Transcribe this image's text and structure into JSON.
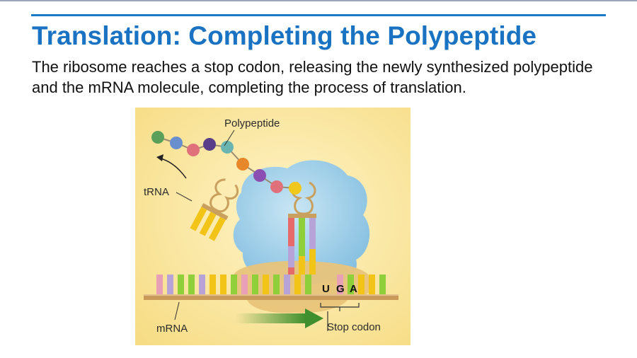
{
  "slide": {
    "title": "Translation: Completing the Polypeptide",
    "body": "The ribosome reaches a stop codon, releasing the newly synthesized polypeptide and the mRNA molecule, completing the process of translation."
  },
  "figure": {
    "labels": {
      "polypeptide": "Polypeptide",
      "trna": "tRNA",
      "mrna": "mRNA",
      "stop_codon": "Stop codon"
    },
    "codon_letters": [
      "U",
      "G",
      "A"
    ],
    "colors": {
      "background": "#fbe9a6",
      "ribosome_large": "#9ccce6",
      "ribosome_small": "#e8c47a",
      "mrna_backbone": "#c99a5a",
      "arrow": "#3f8f2e"
    }
  }
}
